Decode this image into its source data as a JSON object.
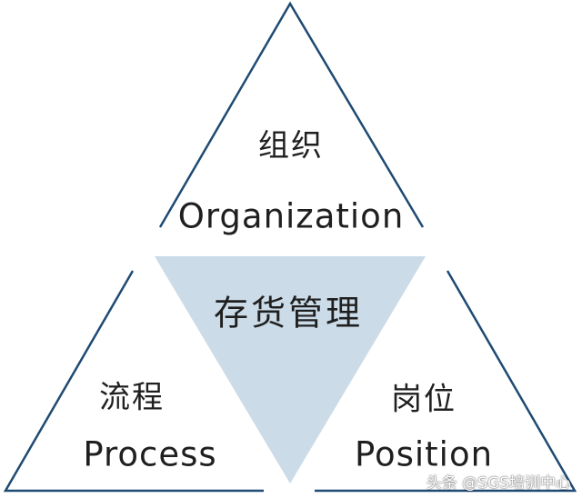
{
  "colors": {
    "outline": "#1e4a73",
    "center_fill": "#cbdbe7",
    "text": "#1f1f1f"
  },
  "center": {
    "label_zh": "存货管理"
  },
  "top": {
    "label_zh": "组织",
    "label_en": "Organization"
  },
  "left": {
    "label_zh": "流程",
    "label_en": "Process"
  },
  "right": {
    "label_zh": "岗位",
    "label_en": "Position"
  },
  "watermark": {
    "text": "头条 @SGS培训中心"
  }
}
